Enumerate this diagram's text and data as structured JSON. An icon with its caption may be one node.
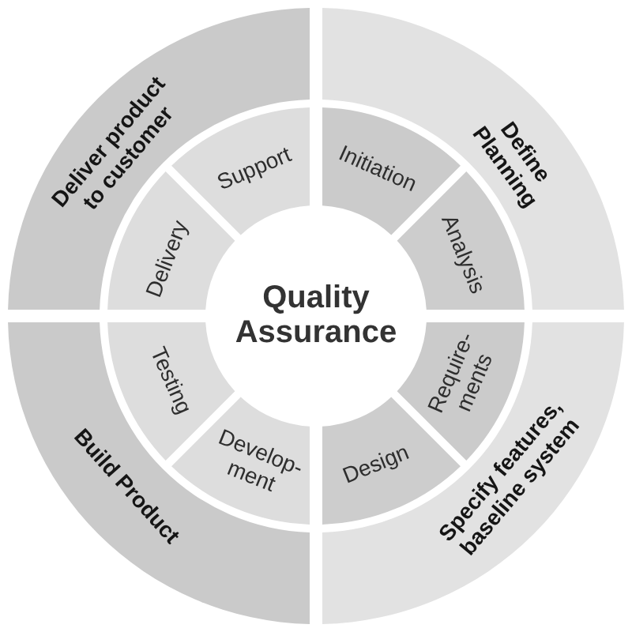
{
  "diagram": {
    "nodes": [
      {
        "text": [
          "Quality Assurance"
        ]
      },
      {
        "text": [
          "Define Planning"
        ]
      },
      {
        "text": [
          "Initiation"
        ]
      },
      {
        "text": [
          "Analysis"
        ]
      },
      {
        "text": [
          "Specify features, baseline system"
        ]
      },
      {
        "text": [
          "Require- ments"
        ]
      },
      {
        "text": [
          "Design"
        ]
      },
      {
        "text": [
          "Build Product"
        ]
      },
      {
        "text": [
          "Develop- ment"
        ]
      },
      {
        "text": [
          "Testing"
        ]
      },
      {
        "text": [
          "Deliver product to customer"
        ]
      },
      {
        "text": [
          "Delivery"
        ]
      },
      {
        "text": [
          "Support"
        ]
      }
    ]
  }
}
